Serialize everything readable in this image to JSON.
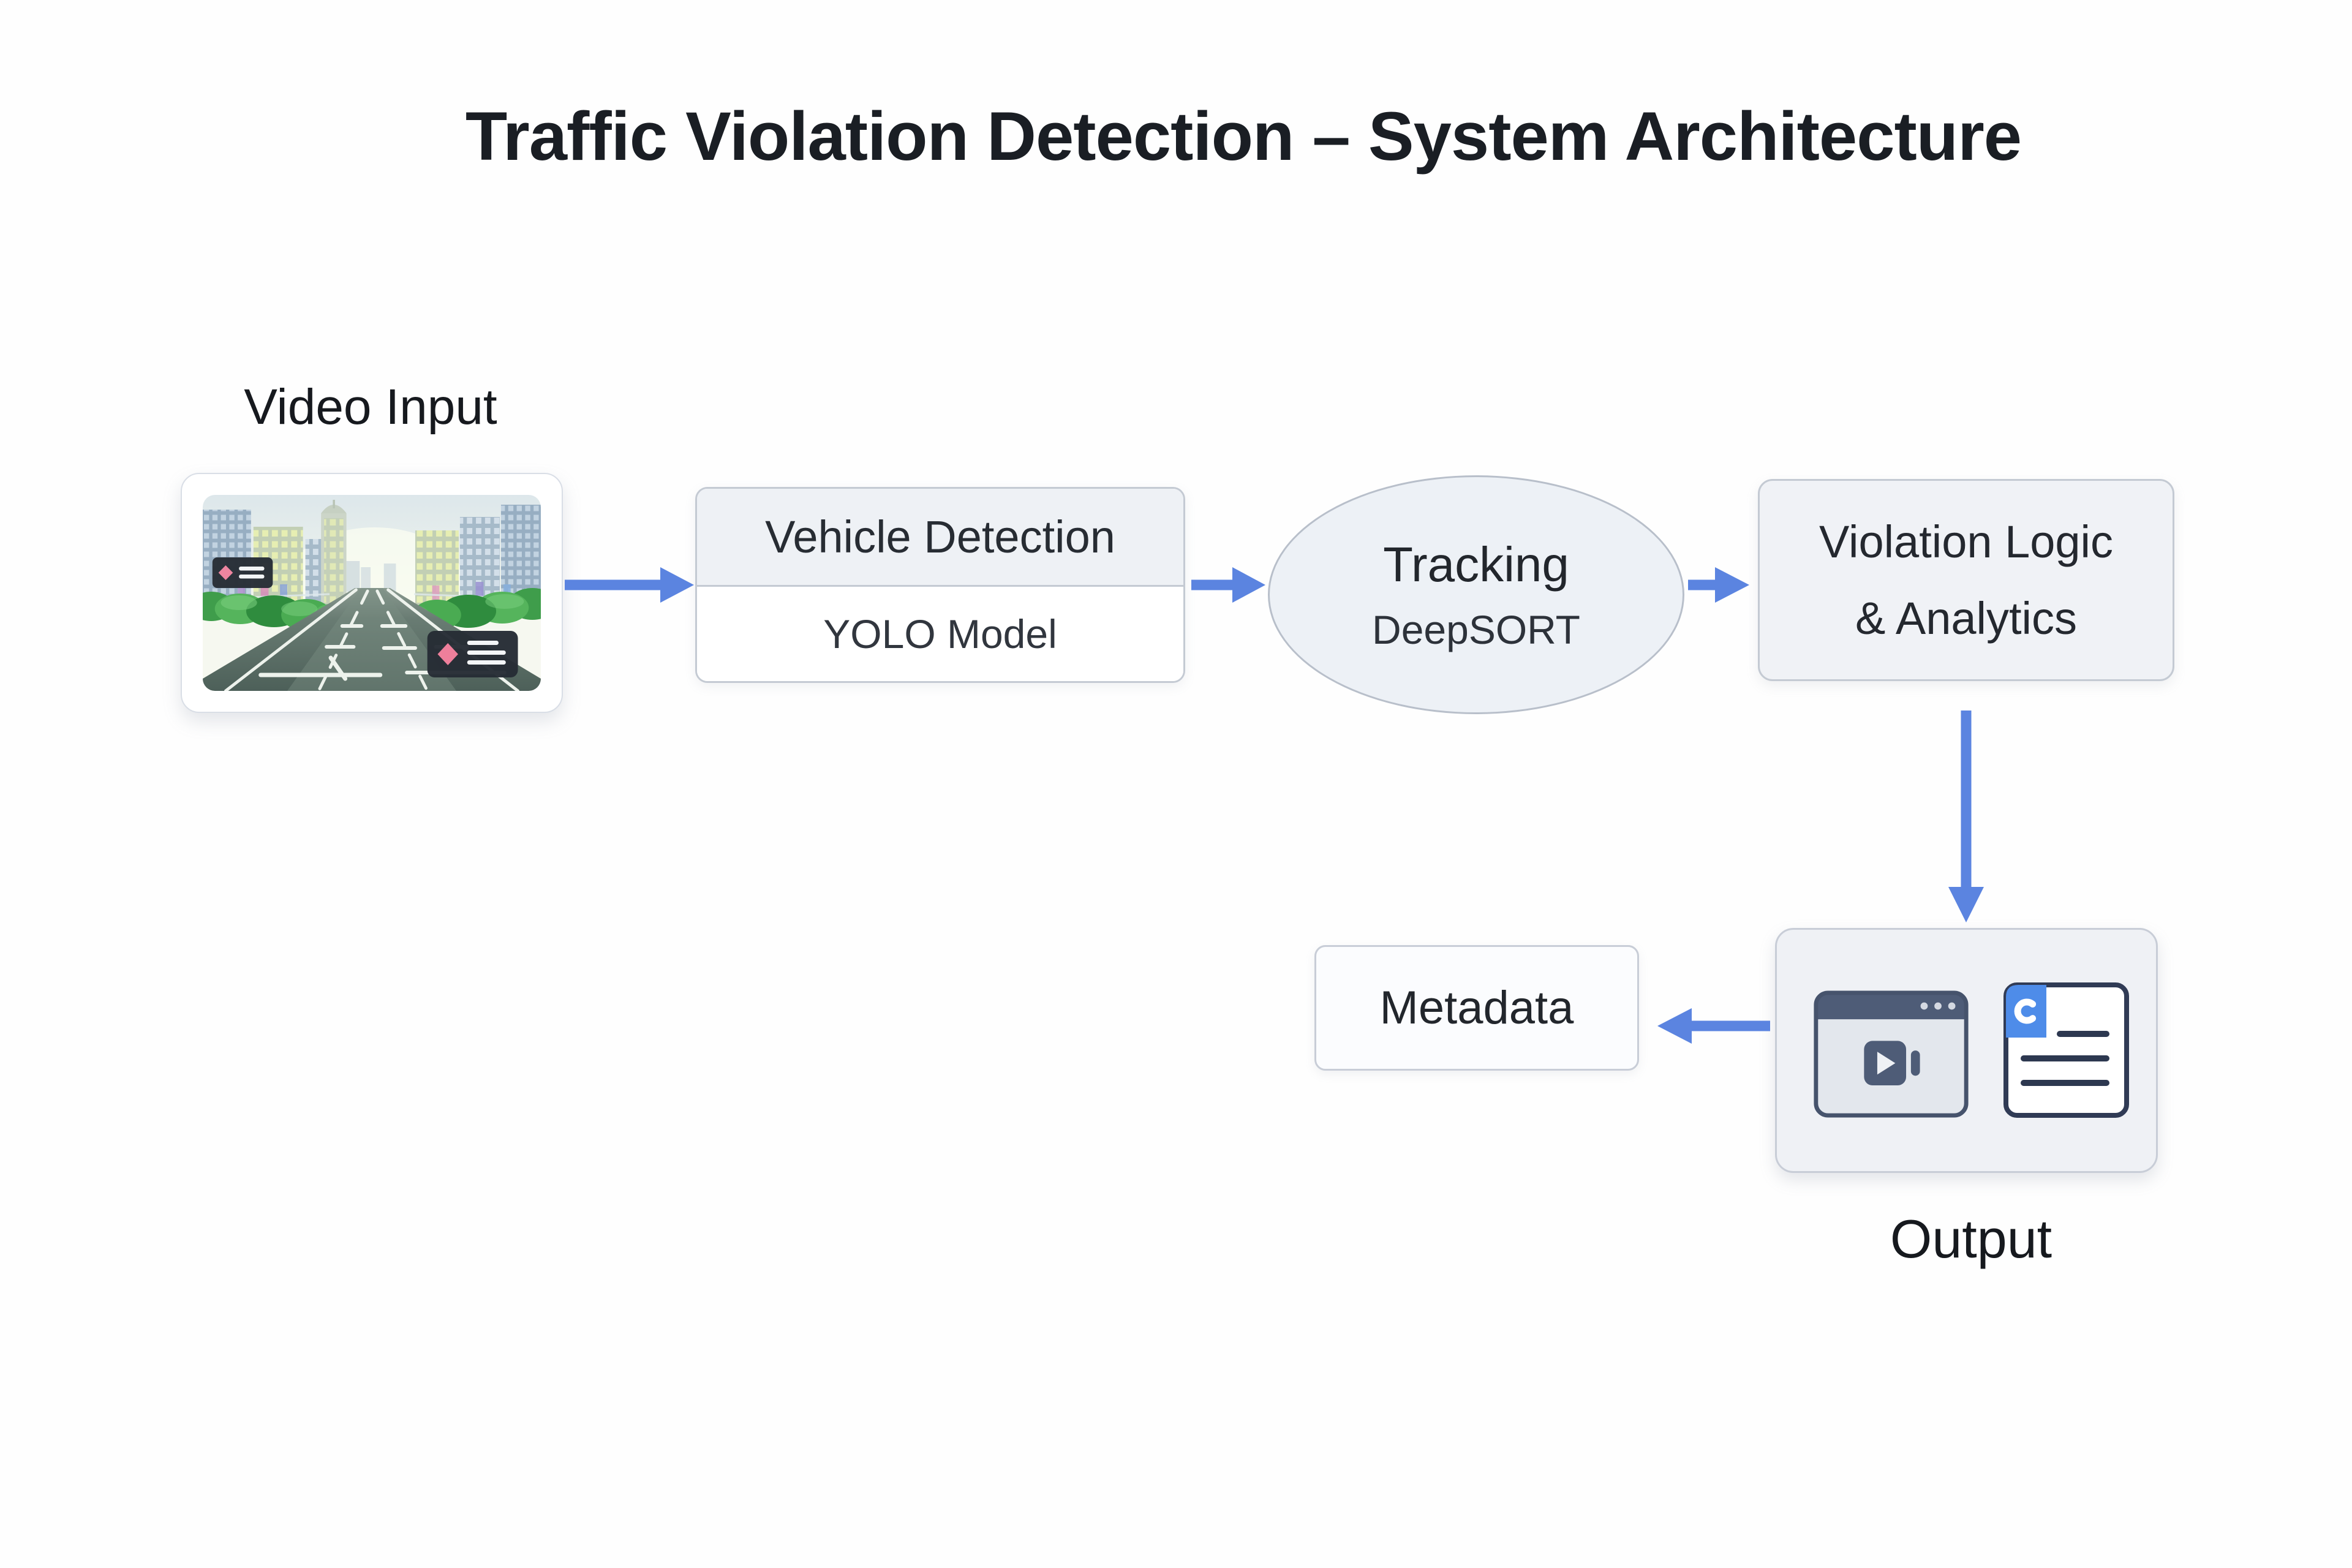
{
  "title": "Traffic Violation Detection – System Architecture",
  "nodes": {
    "video_input": {
      "label": "Video Input"
    },
    "vehicle_detection": {
      "title": "Vehicle Detection",
      "subtitle": "YOLO Model"
    },
    "tracking": {
      "title": "Tracking",
      "subtitle": "DeepSORT"
    },
    "violation_logic": {
      "line1": "Violation Logic",
      "line2": "& Analytics"
    },
    "output": {
      "label": "Output",
      "icons": [
        "video-player-window-icon",
        "report-document-icon"
      ]
    },
    "metadata": {
      "label": "Metadata"
    }
  },
  "edges": [
    {
      "from": "Video Input",
      "to": "Vehicle Detection",
      "direction": "right"
    },
    {
      "from": "Vehicle Detection",
      "to": "Tracking",
      "direction": "right"
    },
    {
      "from": "Tracking",
      "to": "Violation Logic & Analytics",
      "direction": "right"
    },
    {
      "from": "Violation Logic & Analytics",
      "to": "Output",
      "direction": "down"
    },
    {
      "from": "Output",
      "to": "Metadata",
      "direction": "left"
    }
  ],
  "colors": {
    "arrow": "#5b84e0",
    "node_fill": "#eef1f5",
    "node_border": "#c4cad3",
    "title_text": "#1a1e24",
    "icon_slate": "#4e5c77",
    "icon_blue": "#4e8ce9",
    "badge_dark": "#272d36",
    "badge_pink": "#ee85a0"
  }
}
